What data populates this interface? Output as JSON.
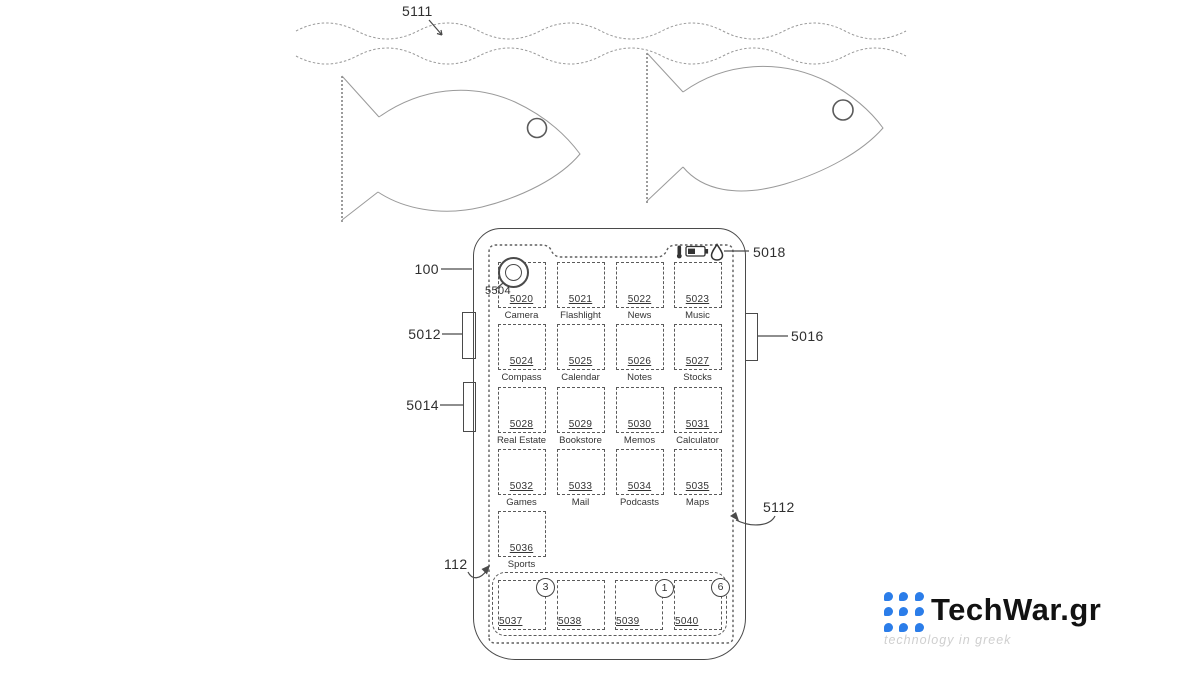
{
  "figure_labels": {
    "water_surface": "5111",
    "device": "100",
    "left_button_upper": "5012",
    "left_button_lower": "5014",
    "right_button": "5016",
    "status_bar": "5018",
    "camera": "5504",
    "touch_screen": "5112",
    "dock": "112"
  },
  "apps": [
    {
      "num": "5020",
      "name": "Camera"
    },
    {
      "num": "5021",
      "name": "Flashlight"
    },
    {
      "num": "5022",
      "name": "News"
    },
    {
      "num": "5023",
      "name": "Music"
    },
    {
      "num": "5024",
      "name": "Compass"
    },
    {
      "num": "5025",
      "name": "Calendar"
    },
    {
      "num": "5026",
      "name": "Notes"
    },
    {
      "num": "5027",
      "name": "Stocks"
    },
    {
      "num": "5028",
      "name": "Real Estate"
    },
    {
      "num": "5029",
      "name": "Bookstore"
    },
    {
      "num": "5030",
      "name": "Memos"
    },
    {
      "num": "5031",
      "name": "Calculator"
    },
    {
      "num": "5032",
      "name": "Games"
    },
    {
      "num": "5033",
      "name": "Mail"
    },
    {
      "num": "5034",
      "name": "Podcasts"
    },
    {
      "num": "5035",
      "name": "Maps"
    },
    {
      "num": "5036",
      "name": "Sports"
    }
  ],
  "dock_apps": [
    {
      "num": "5037",
      "badge": "3"
    },
    {
      "num": "5038",
      "badge": ""
    },
    {
      "num": "5039",
      "badge": "1"
    },
    {
      "num": "5040",
      "badge": "6"
    }
  ],
  "status_icons": [
    {
      "name": "thermometer-icon"
    },
    {
      "name": "battery-icon"
    },
    {
      "name": "water-drop-icon"
    }
  ],
  "watermark": {
    "brand": "TechWar.gr",
    "tagline": "technology in greek",
    "dot_color": "#2b7de9",
    "text_color": "#121212"
  }
}
